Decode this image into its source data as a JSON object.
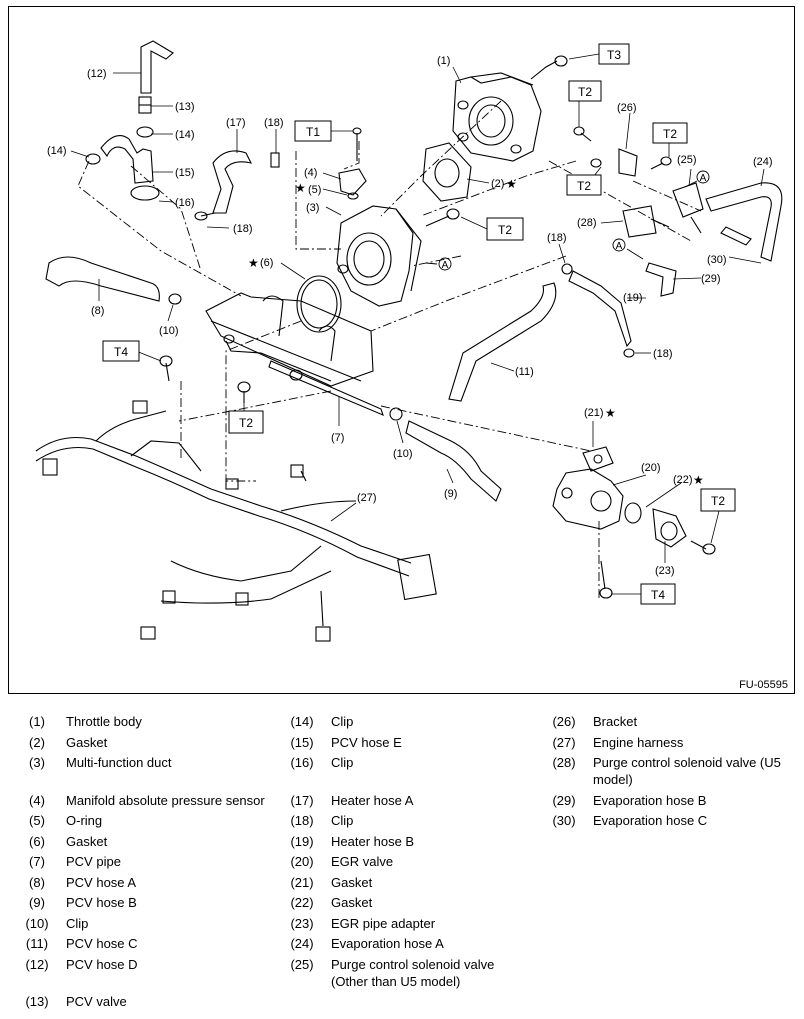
{
  "diagram": {
    "figure_code": "FU-05595",
    "callouts": {
      "c1": "(1)",
      "c2": "(2)",
      "c3": "(3)",
      "c4": "(4)",
      "c5": "(5)",
      "c6": "(6)",
      "c7": "(7)",
      "c8": "(8)",
      "c9": "(9)",
      "c10a": "(10)",
      "c10b": "(10)",
      "c11": "(11)",
      "c12": "(12)",
      "c13": "(13)",
      "c14": "(14)",
      "c15": "(15)",
      "c16": "(16)",
      "c17": "(17)",
      "c18a": "(18)",
      "c18b": "(18)",
      "c18c": "(18)",
      "c18d": "(18)",
      "c19": "(19)",
      "c20": "(20)",
      "c21": "(21)",
      "c22": "(22)",
      "c23": "(23)",
      "c24": "(24)",
      "c25": "(25)",
      "c26": "(26)",
      "c27": "(27)",
      "c28": "(28)",
      "c29": "(29)",
      "c30": "(30)"
    },
    "torque_labels": {
      "t1": "T1",
      "t2a": "T2",
      "t2b": "T2",
      "t2c": "T2",
      "t2d": "T2",
      "t2e": "T2",
      "t2f": "T2",
      "t3": "T3",
      "t4a": "T4",
      "t4b": "T4"
    },
    "markers": {
      "a1": "A",
      "a2": "A",
      "a3": "A",
      "star": "★"
    }
  },
  "legend": {
    "col1": [
      {
        "num": "(1)",
        "name": "Throttle body"
      },
      {
        "num": "(2)",
        "name": "Gasket"
      },
      {
        "num": "(3)",
        "name": "Multi-function duct"
      },
      {
        "num": "(4)",
        "name": "Manifold absolute pressure sensor"
      },
      {
        "num": "(5)",
        "name": "O-ring"
      },
      {
        "num": "(6)",
        "name": "Gasket"
      },
      {
        "num": "(7)",
        "name": "PCV pipe"
      },
      {
        "num": "(8)",
        "name": "PCV hose A"
      },
      {
        "num": "(9)",
        "name": "PCV hose B"
      },
      {
        "num": "(10)",
        "name": "Clip"
      },
      {
        "num": "(11)",
        "name": "PCV hose C"
      },
      {
        "num": "(12)",
        "name": "PCV hose D"
      },
      {
        "num": "(13)",
        "name": "PCV valve"
      }
    ],
    "col2": [
      {
        "num": "(14)",
        "name": "Clip"
      },
      {
        "num": "(15)",
        "name": "PCV hose E"
      },
      {
        "num": "(16)",
        "name": "Clip"
      },
      {
        "num": "(17)",
        "name": "Heater hose A"
      },
      {
        "num": "(18)",
        "name": "Clip"
      },
      {
        "num": "(19)",
        "name": "Heater hose B"
      },
      {
        "num": "(20)",
        "name": "EGR valve"
      },
      {
        "num": "(21)",
        "name": "Gasket"
      },
      {
        "num": "(22)",
        "name": "Gasket"
      },
      {
        "num": "(23)",
        "name": "EGR pipe adapter"
      },
      {
        "num": "(24)",
        "name": "Evaporation hose A"
      },
      {
        "num": "(25)",
        "name": "Purge control solenoid valve\n(Other than U5 model)"
      }
    ],
    "col3": [
      {
        "num": "(26)",
        "name": "Bracket"
      },
      {
        "num": "(27)",
        "name": "Engine harness"
      },
      {
        "num": "(28)",
        "name": "Purge control solenoid valve (U5\nmodel)"
      },
      {
        "num": "(29)",
        "name": "Evaporation hose B"
      },
      {
        "num": "(30)",
        "name": "Evaporation hose C"
      }
    ]
  }
}
